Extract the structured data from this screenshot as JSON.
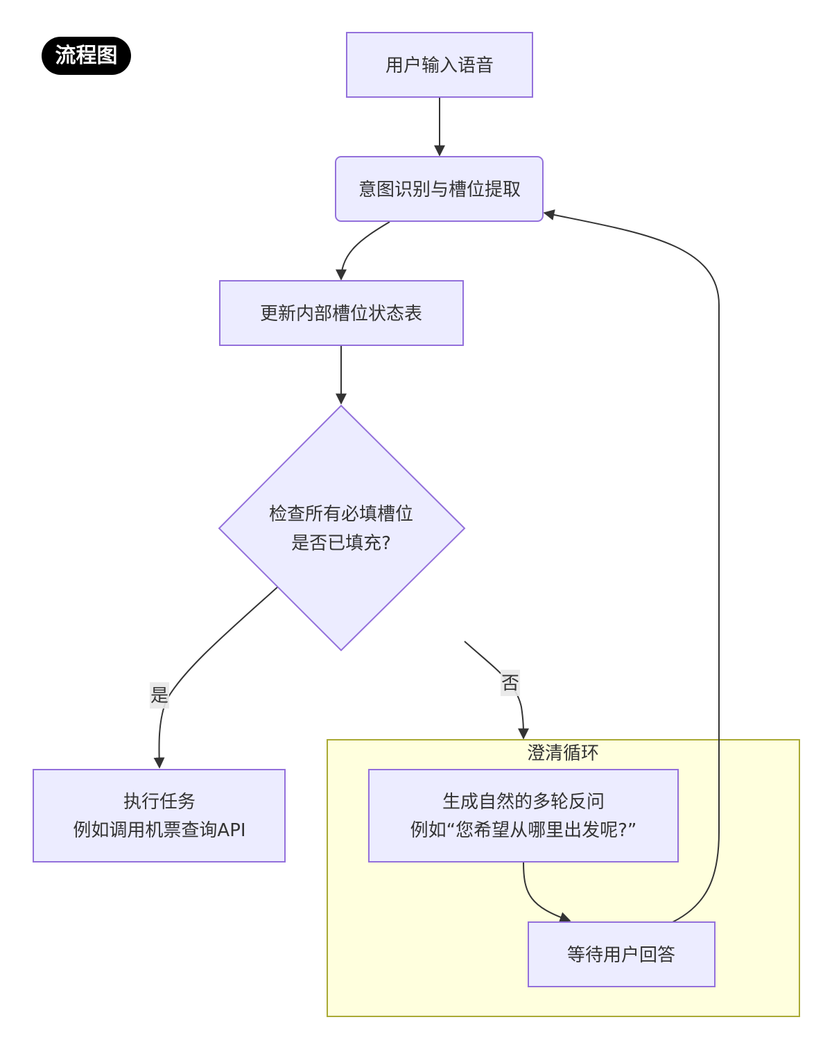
{
  "badge": "流程图",
  "nodes": {
    "user_voice_input": "用户输入语音",
    "intent_slot_extraction": "意图识别与槽位提取",
    "update_slot_state": "更新内部槽位状态表",
    "check_slots_line1": "检查所有必填槽位",
    "check_slots_line2": "是否已填充?",
    "execute_task_line1": "执行任务",
    "execute_task_line2": "例如调用机票查询API",
    "generate_question_line1": "生成自然的多轮反问",
    "generate_question_line2": "例如“您希望从哪里出发呢?”",
    "wait_user_answer": "等待用户回答"
  },
  "edges": {
    "yes_label": "是",
    "no_label": "否"
  },
  "cluster": {
    "title": "澄清循环"
  },
  "colors": {
    "node_fill": "#ECECFF",
    "node_stroke": "#9370DB",
    "cluster_fill": "#FFFFDE",
    "cluster_stroke": "#AAAA33",
    "edge": "#333333",
    "badge_bg": "#000000"
  }
}
